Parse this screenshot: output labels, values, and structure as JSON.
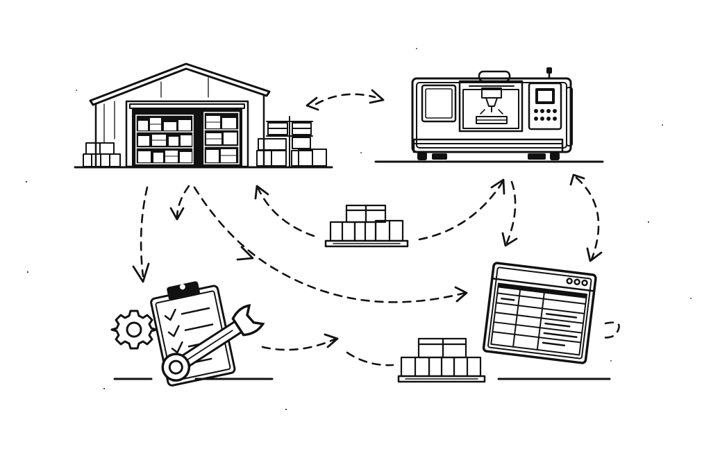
{
  "colors": {
    "ink": "#111111",
    "paper": "#ffffff"
  },
  "nodes": [
    {
      "id": "warehouse",
      "icon": "warehouse-icon"
    },
    {
      "id": "cnc-machine",
      "icon": "cnc-machine-icon"
    },
    {
      "id": "maintenance",
      "icon": "clipboard-wrench-gear-icon"
    },
    {
      "id": "software",
      "icon": "spreadsheet-window-icon"
    },
    {
      "id": "inventory-center",
      "icon": "boxes-pallet-icon"
    },
    {
      "id": "inventory-bottom",
      "icon": "boxes-pallet-icon"
    }
  ],
  "connections": [
    {
      "from": "warehouse",
      "to": "cnc-machine",
      "style": "dashed",
      "direction": "both"
    },
    {
      "from": "warehouse",
      "to": "maintenance",
      "style": "dashed",
      "direction": "forward"
    },
    {
      "from": "warehouse",
      "to": "software",
      "style": "dashed",
      "direction": "forward"
    },
    {
      "from": "inventory-center",
      "to": "warehouse",
      "style": "dashed",
      "direction": "forward"
    },
    {
      "from": "inventory-center",
      "to": "cnc-machine",
      "style": "dashed",
      "direction": "forward"
    },
    {
      "from": "cnc-machine",
      "to": "software",
      "style": "dashed",
      "direction": "both"
    },
    {
      "from": "maintenance",
      "to": "software",
      "style": "dashed",
      "direction": "forward"
    }
  ]
}
